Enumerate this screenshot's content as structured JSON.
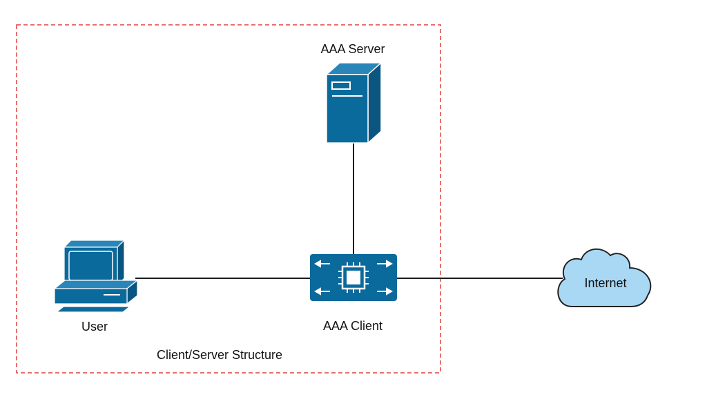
{
  "labels": {
    "aaa_server": "AAA Server",
    "aaa_client": "AAA Client",
    "user": "User",
    "internet": "Internet",
    "boundary": "Client/Server Structure"
  },
  "colors": {
    "device_blue": "#0b6a9c",
    "device_dark": "#0a5680",
    "cloud_fill": "#a9d8f5",
    "boundary_red": "#e0403f",
    "line": "#1a1a1a"
  },
  "icons": {
    "server": "server-tower-icon",
    "client": "router-chip-icon",
    "user": "desktop-computer-icon",
    "internet": "cloud-icon"
  }
}
